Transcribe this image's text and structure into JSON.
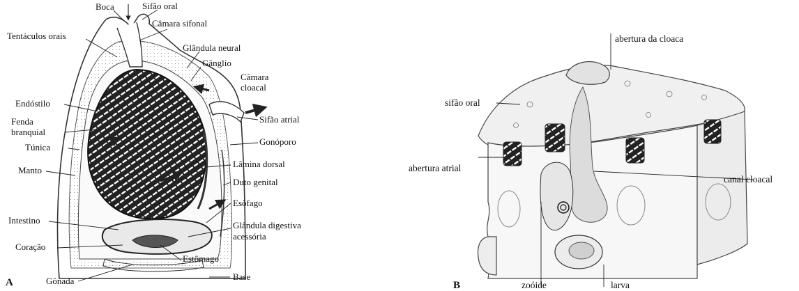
{
  "panels": {
    "a": {
      "letter": "A",
      "labels": {
        "boca": "Boca",
        "sifao_oral": "Sifão oral",
        "camara_sifonal": "Câmara sifonal",
        "tentaculos_orais": "Tentáculos orais",
        "glandula_neural": "Glândula neural",
        "ganglio": "Gânglio",
        "camara_cloacal_1": "Câmara",
        "camara_cloacal_2": "cloacal",
        "endostilo": "Endóstilo",
        "fenda_branquial_1": "Fenda",
        "fenda_branquial_2": "branquial",
        "sifao_atrial": "Sifão atrial",
        "tunica": "Túnica",
        "gonoporo": "Gonóporo",
        "manto": "Manto",
        "lamina_dorsal": "Lâmina dorsal",
        "duto_genital": "Duto genital",
        "esofago": "Esôfago",
        "intestino": "Intestino",
        "glandula_digestiva_1": "Glândula digestiva",
        "glandula_digestiva_2": "acessória",
        "coracao": "Coração",
        "estomago": "Estômago",
        "gonada": "Gônada",
        "base": "Base"
      }
    },
    "b": {
      "letter": "B",
      "labels": {
        "abertura_cloaca": "abertura da cloaca",
        "sifao_oral": "sifão oral",
        "abertura_atrial": "abertura atrial",
        "canal_cloacal": "canal cloacal",
        "zooide": "zoóide",
        "larva": "larva"
      }
    }
  }
}
